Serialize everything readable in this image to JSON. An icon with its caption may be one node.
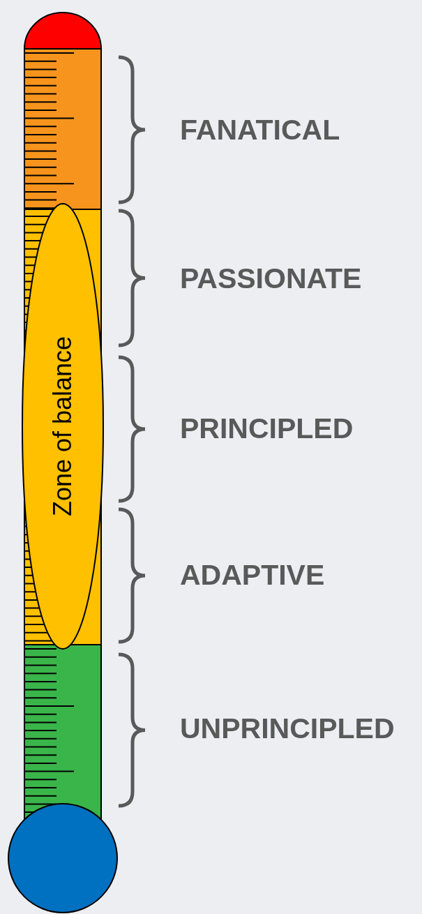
{
  "diagram": {
    "nodes": [
      {
        "text": [
          "Zone of balance"
        ]
      }
    ],
    "labels": [
      "FANATICAL",
      "PASSIONATE",
      "PRINCIPLED",
      "ADAPTIVE",
      "UNPRINCIPLED"
    ]
  }
}
